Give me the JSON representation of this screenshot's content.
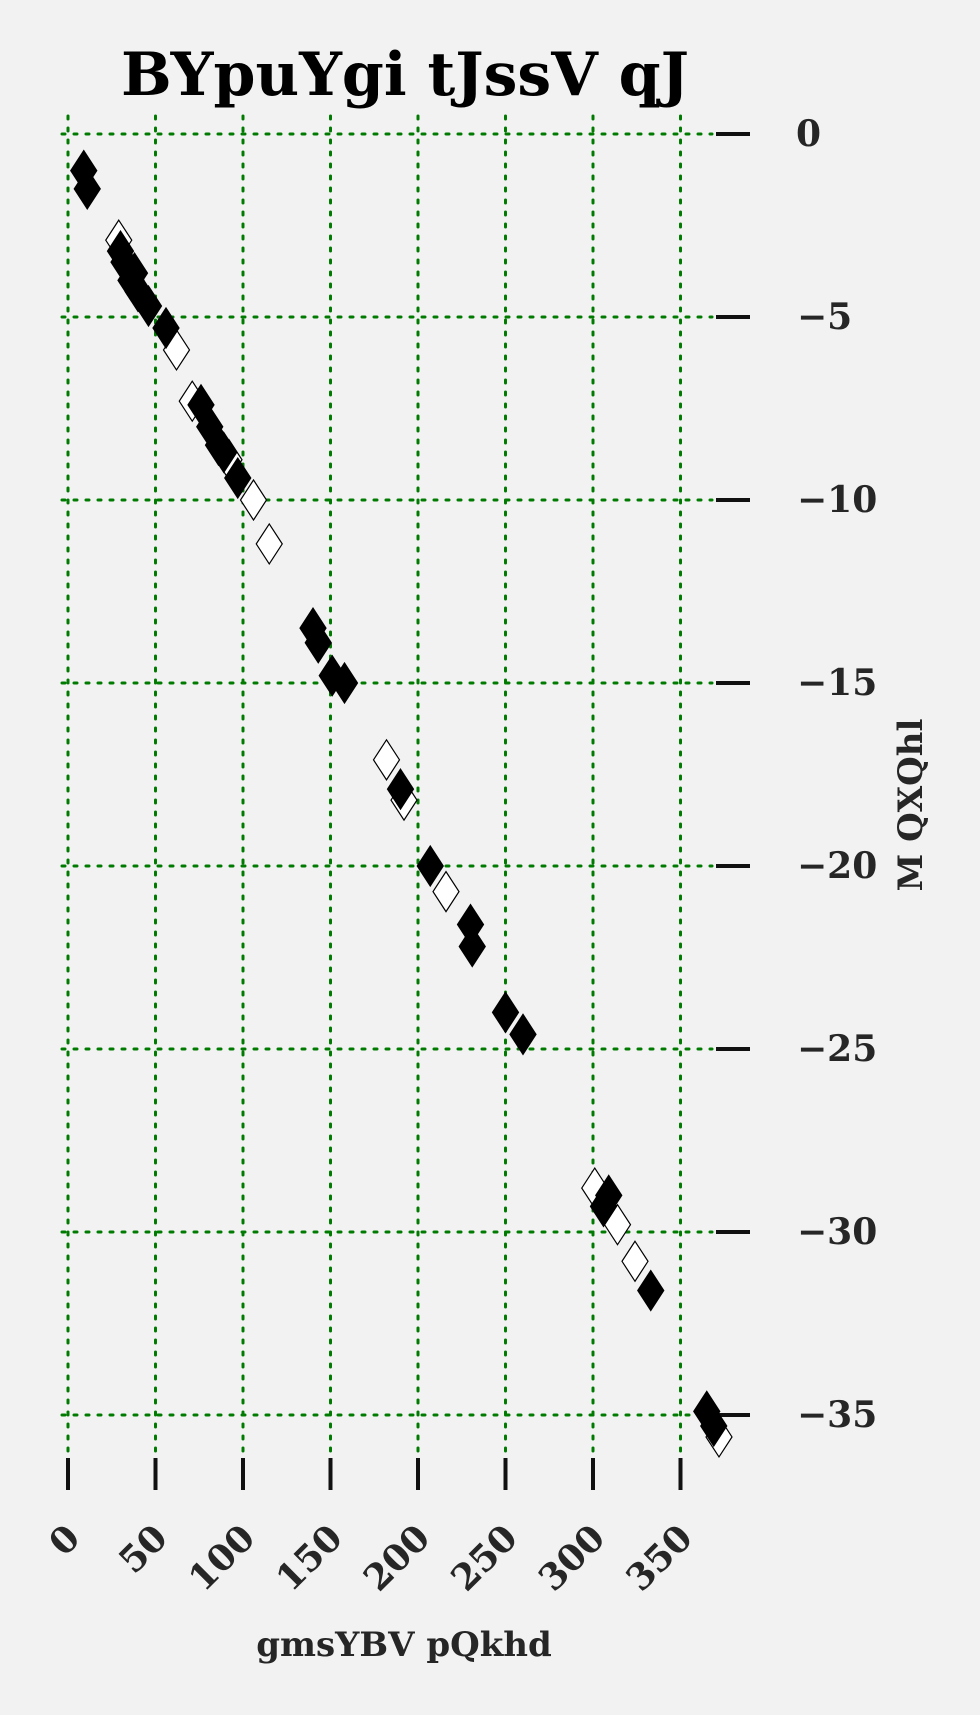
{
  "chart_data": {
    "type": "scatter",
    "title": "BYpuYgi tJssV qJ",
    "xlabel": "gmsYBV pQkhd",
    "ylabel": "M QXQhl",
    "xlim": [
      0,
      370
    ],
    "ylim": [
      -36.5,
      0.5
    ],
    "x_ticks": [
      0,
      50,
      100,
      150,
      200,
      250,
      300,
      350
    ],
    "y_ticks": [
      0,
      -5,
      -10,
      -15,
      -20,
      -25,
      -30,
      -35
    ],
    "x_tick_labels": [
      "0",
      "50",
      "100",
      "150",
      "200",
      "250",
      "300",
      "350"
    ],
    "y_tick_labels": [
      "0",
      "−5",
      "−10",
      "−15",
      "−20",
      "−25",
      "−30",
      "−35"
    ],
    "grid": true,
    "grid_color": "#007a00",
    "y_axis_position": "right",
    "series": [
      {
        "marker": "filled-diamond",
        "color": "#000000",
        "points": [
          [
            9,
            -1.0
          ],
          [
            11,
            -1.5
          ],
          [
            30,
            -3.2
          ],
          [
            32,
            -3.5
          ],
          [
            38,
            -3.8
          ],
          [
            36,
            -4.0
          ],
          [
            40,
            -4.3
          ],
          [
            46,
            -4.7
          ],
          [
            56,
            -5.3
          ],
          [
            76,
            -7.4
          ],
          [
            81,
            -8.0
          ],
          [
            86,
            -8.5
          ],
          [
            89,
            -8.7
          ],
          [
            97,
            -9.4
          ],
          [
            140,
            -13.5
          ],
          [
            143,
            -13.9
          ],
          [
            151,
            -14.8
          ],
          [
            158,
            -15.0
          ],
          [
            190,
            -17.9
          ],
          [
            207,
            -20.0
          ],
          [
            230,
            -21.6
          ],
          [
            231,
            -22.2
          ],
          [
            250,
            -24.0
          ],
          [
            260,
            -24.6
          ],
          [
            306,
            -29.3
          ],
          [
            309,
            -29.0
          ],
          [
            333,
            -31.6
          ],
          [
            365,
            -34.9
          ],
          [
            369,
            -35.3
          ]
        ]
      },
      {
        "marker": "open-diamond",
        "color": "#ffffff",
        "points": [
          [
            29,
            -2.9
          ],
          [
            62,
            -5.9
          ],
          [
            71,
            -7.3
          ],
          [
            92,
            -8.9
          ],
          [
            106,
            -10.0
          ],
          [
            115,
            -11.2
          ],
          [
            182,
            -17.1
          ],
          [
            192,
            -18.2
          ],
          [
            216,
            -20.7
          ],
          [
            301,
            -28.8
          ],
          [
            314,
            -29.8
          ],
          [
            324,
            -30.8
          ],
          [
            372,
            -35.6
          ]
        ]
      }
    ]
  }
}
